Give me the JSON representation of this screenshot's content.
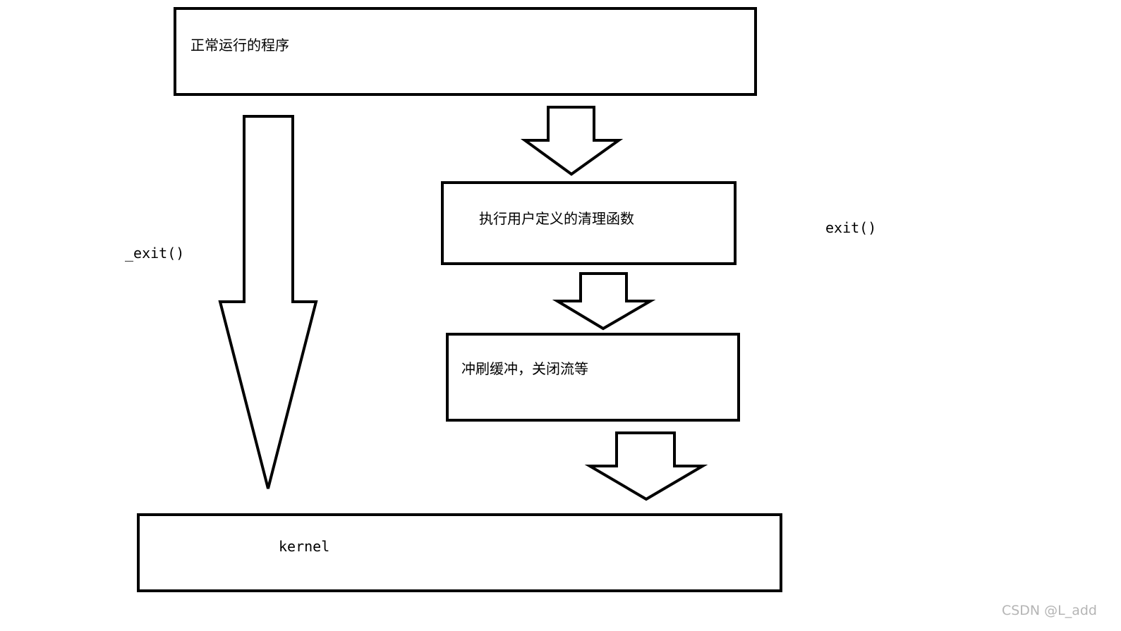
{
  "diagram": {
    "boxes": {
      "program": "正常运行的程序",
      "cleanup": "执行用户定义的清理函数",
      "flush": "冲刷缓冲，关闭流等",
      "kernel": "kernel"
    },
    "paths": {
      "direct": "_exit()",
      "normal": "exit()"
    },
    "colors": {
      "stroke": "#000000",
      "fill": "#ffffff"
    }
  },
  "watermark": "CSDN @L_add"
}
